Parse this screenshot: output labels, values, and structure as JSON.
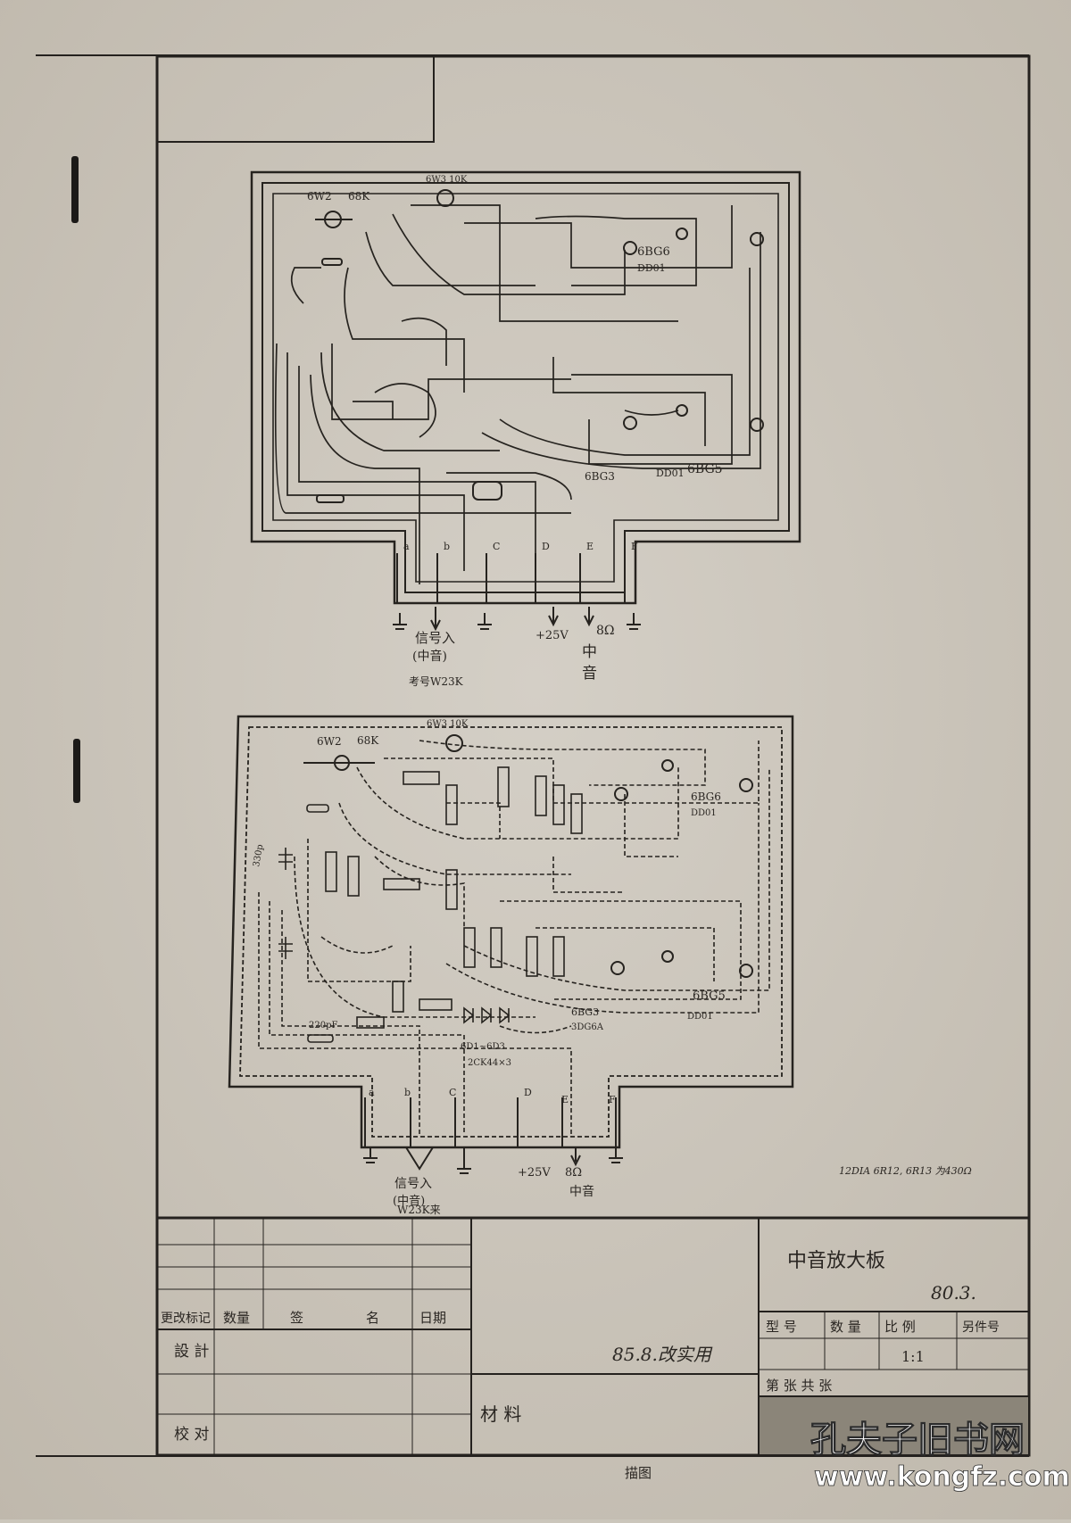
{
  "board_top": {
    "labels": {
      "transistor_b": "6BG6",
      "diode_b": "DD01",
      "transistor_a": "6BG5",
      "diode_a": "DD01",
      "transistor_c": "6BG3",
      "pot": "6W2",
      "resistor": "68K",
      "pot_top": "6W3 10K"
    },
    "pins": [
      "a",
      "b",
      "C",
      "D",
      "E",
      "F"
    ],
    "notes": {
      "input_1": "信号入",
      "input_2": "(中音)",
      "input_3": "考号W23K",
      "supply": "+25V",
      "speaker_1": "8Ω",
      "speaker_2": "中",
      "speaker_3": "音"
    }
  },
  "board_bottom": {
    "labels": {
      "pot": "6W2",
      "resistor": "68K",
      "pot_top": "6W3 10K",
      "transistor_b": "6BG6",
      "diode_b": "DD01",
      "transistor_a": "6BG5",
      "diode_a": "DD01",
      "transistor_c": "6BG3",
      "part_c": "3DG6A",
      "cap": "330p",
      "cap2": "220pF",
      "diodes": "6D1~6D3",
      "diodes_2": "2CK44×3"
    },
    "pins": [
      "a",
      "b",
      "C",
      "D",
      "E",
      "F"
    ],
    "notes": {
      "input_1": "信号入",
      "input_2": "(中音)",
      "input_3": "W23K来",
      "supply": "+25V",
      "speaker_1": "8Ω",
      "speaker_2": "中音"
    },
    "side_note": "12DIA 6R12, 6R13 为430Ω"
  },
  "title_block": {
    "revision_headers": [
      "更改标记",
      "数量",
      "签",
      "名",
      "日期"
    ],
    "design": "設 計",
    "check": "校 对",
    "material": "材 料",
    "usage_note": "85.8.改实用",
    "drawing_title": "中音放大板",
    "date": "80.3.",
    "headers": [
      "型 号",
      "数 量",
      "比 例",
      "另件号"
    ],
    "scale": "1:1",
    "sheet": "第  张  共  张",
    "bottom_label": "描图"
  },
  "watermark": {
    "name": "孔夫子旧书网",
    "url": "www.kongfz.com"
  }
}
